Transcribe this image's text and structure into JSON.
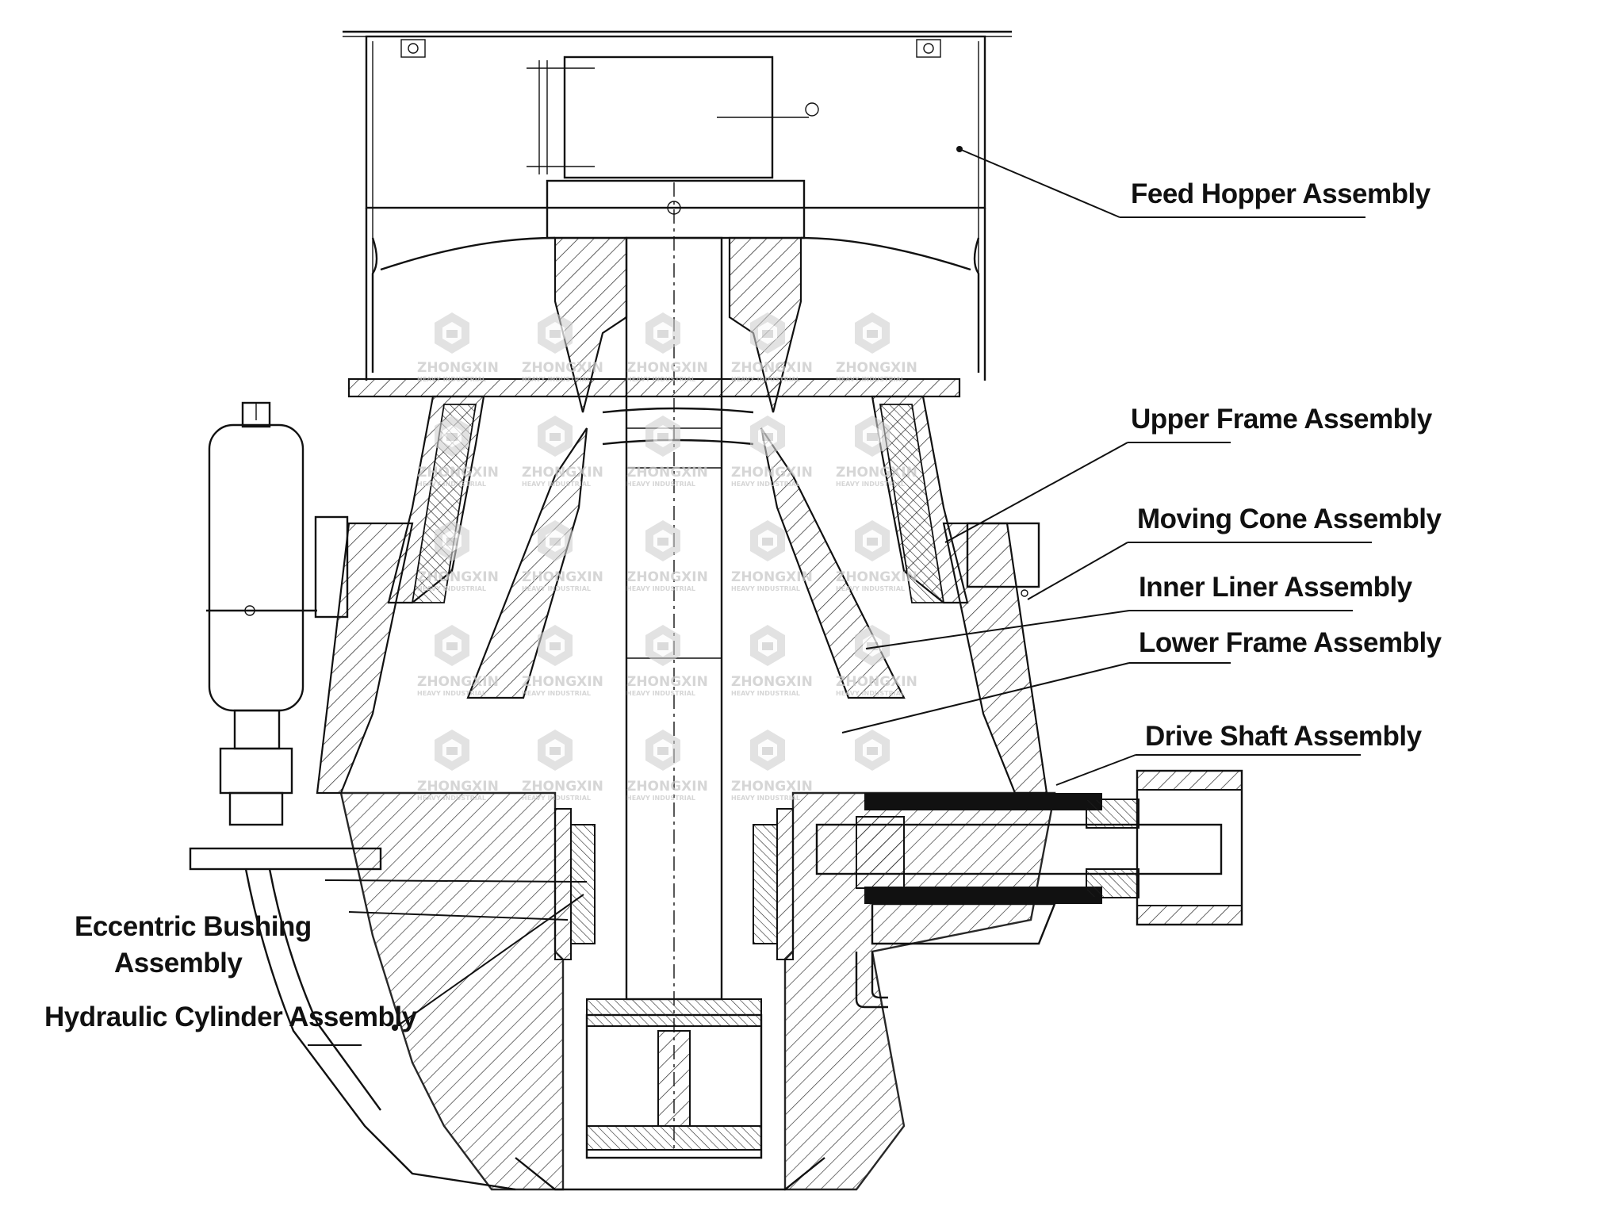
{
  "diagram": {
    "labels": {
      "feed_hopper": "Feed Hopper Assembly",
      "upper_frame": "Upper Frame Assembly",
      "moving_cone": "Moving Cone Assembly",
      "inner_liner": "Inner Liner Assembly",
      "lower_frame": "Lower Frame Assembly",
      "drive_shaft": "Drive Shaft Assembly",
      "eccentric_bushing_line1": "Eccentric Bushing",
      "eccentric_bushing_line2": "Assembly",
      "hydraulic_cylinder": "Hydraulic Cylinder Assembly"
    },
    "watermark": {
      "name": "ZHONGXIN",
      "subtitle": "HEAVY INDUSTRIAL"
    }
  }
}
